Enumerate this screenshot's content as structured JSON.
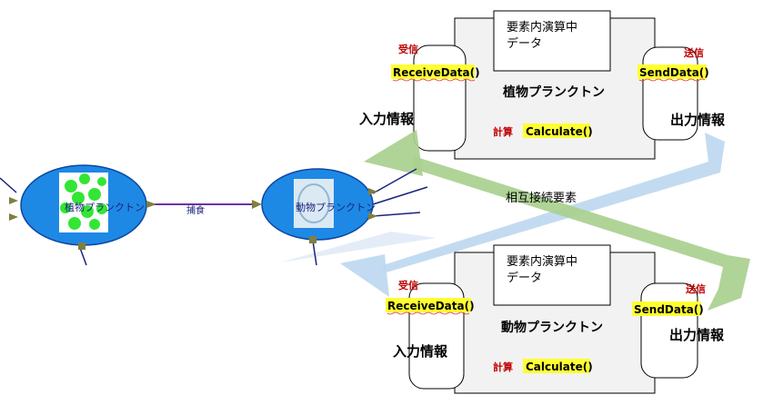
{
  "top_block": {
    "internal_calc_label_line1": "要素内演算中",
    "internal_calc_label_line2": "データ",
    "element_name": "植物プランクトン",
    "receive_tag": "受信",
    "receive_method": "ReceiveData()",
    "send_tag": "送信",
    "send_method": "SendData()",
    "input_label": "入力情報",
    "output_label": "出力情報",
    "calc_tag": "計算",
    "calc_method": "Calculate()"
  },
  "bottom_block": {
    "internal_calc_label_line1": "要素内演算中",
    "internal_calc_label_line2": "データ",
    "element_name": "動物プランクトン",
    "receive_tag": "受信",
    "receive_method": "ReceiveData()",
    "send_tag": "送信",
    "send_method": "SendData()",
    "input_label": "入力情報",
    "output_label": "出力情報",
    "calc_tag": "計算",
    "calc_method": "Calculate()"
  },
  "interconnect_label": "相互接続要素",
  "nodes": {
    "phyto_label": "植物プランクトン",
    "zoo_label": "動物プランクトン",
    "link_label": "捕食"
  },
  "colors": {
    "node_fill": "#1e88e5",
    "green_arrow": "#a9d08e",
    "blue_arrow": "#bdd7ee",
    "highlight": "#ffff33",
    "red_text": "#c00000",
    "link_line": "#7030a0",
    "port": "#7f7f3f"
  }
}
